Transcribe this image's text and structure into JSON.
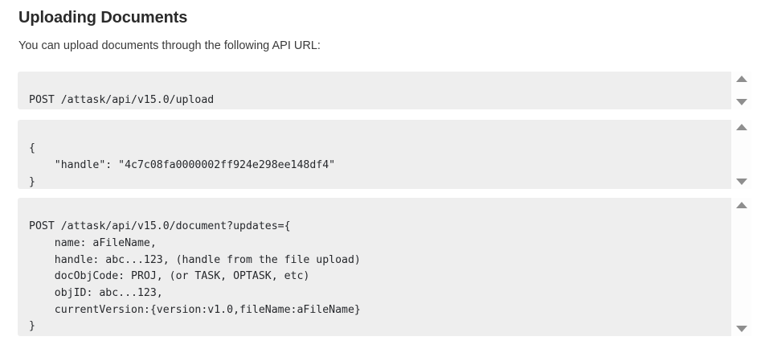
{
  "page": {
    "title": "Uploading Documents",
    "intro": "You can upload documents through the following API URL:"
  },
  "colors": {
    "code_background": "#eeeeee",
    "text": "#2c2c2c",
    "scrollbar_arrow": "#8e8e8e",
    "page_background": "#ffffff"
  },
  "code_blocks": [
    {
      "name": "upload-endpoint",
      "lines": [
        "POST /attask/api/v15.0/upload"
      ],
      "scrollbar": {
        "up_icon": "scroll-up-arrow-icon",
        "down_icon": "scroll-down-arrow-icon"
      }
    },
    {
      "name": "upload-response",
      "lines": [
        "{",
        "    \"handle\": \"4c7c08fa0000002ff924e298ee148df4\"",
        "}"
      ],
      "scrollbar": {
        "up_icon": "scroll-up-arrow-icon",
        "down_icon": "scroll-down-arrow-icon"
      }
    },
    {
      "name": "document-update-request",
      "lines": [
        "POST /attask/api/v15.0/document?updates={",
        "    name: aFileName,",
        "    handle: abc...123, (handle from the file upload)",
        "    docObjCode: PROJ, (or TASK, OPTASK, etc)",
        "    objID: abc...123,",
        "    currentVersion:{version:v1.0,fileName:aFileName}",
        "}"
      ],
      "scrollbar": {
        "up_icon": "scroll-up-arrow-icon",
        "down_icon": "scroll-down-arrow-icon"
      }
    }
  ]
}
